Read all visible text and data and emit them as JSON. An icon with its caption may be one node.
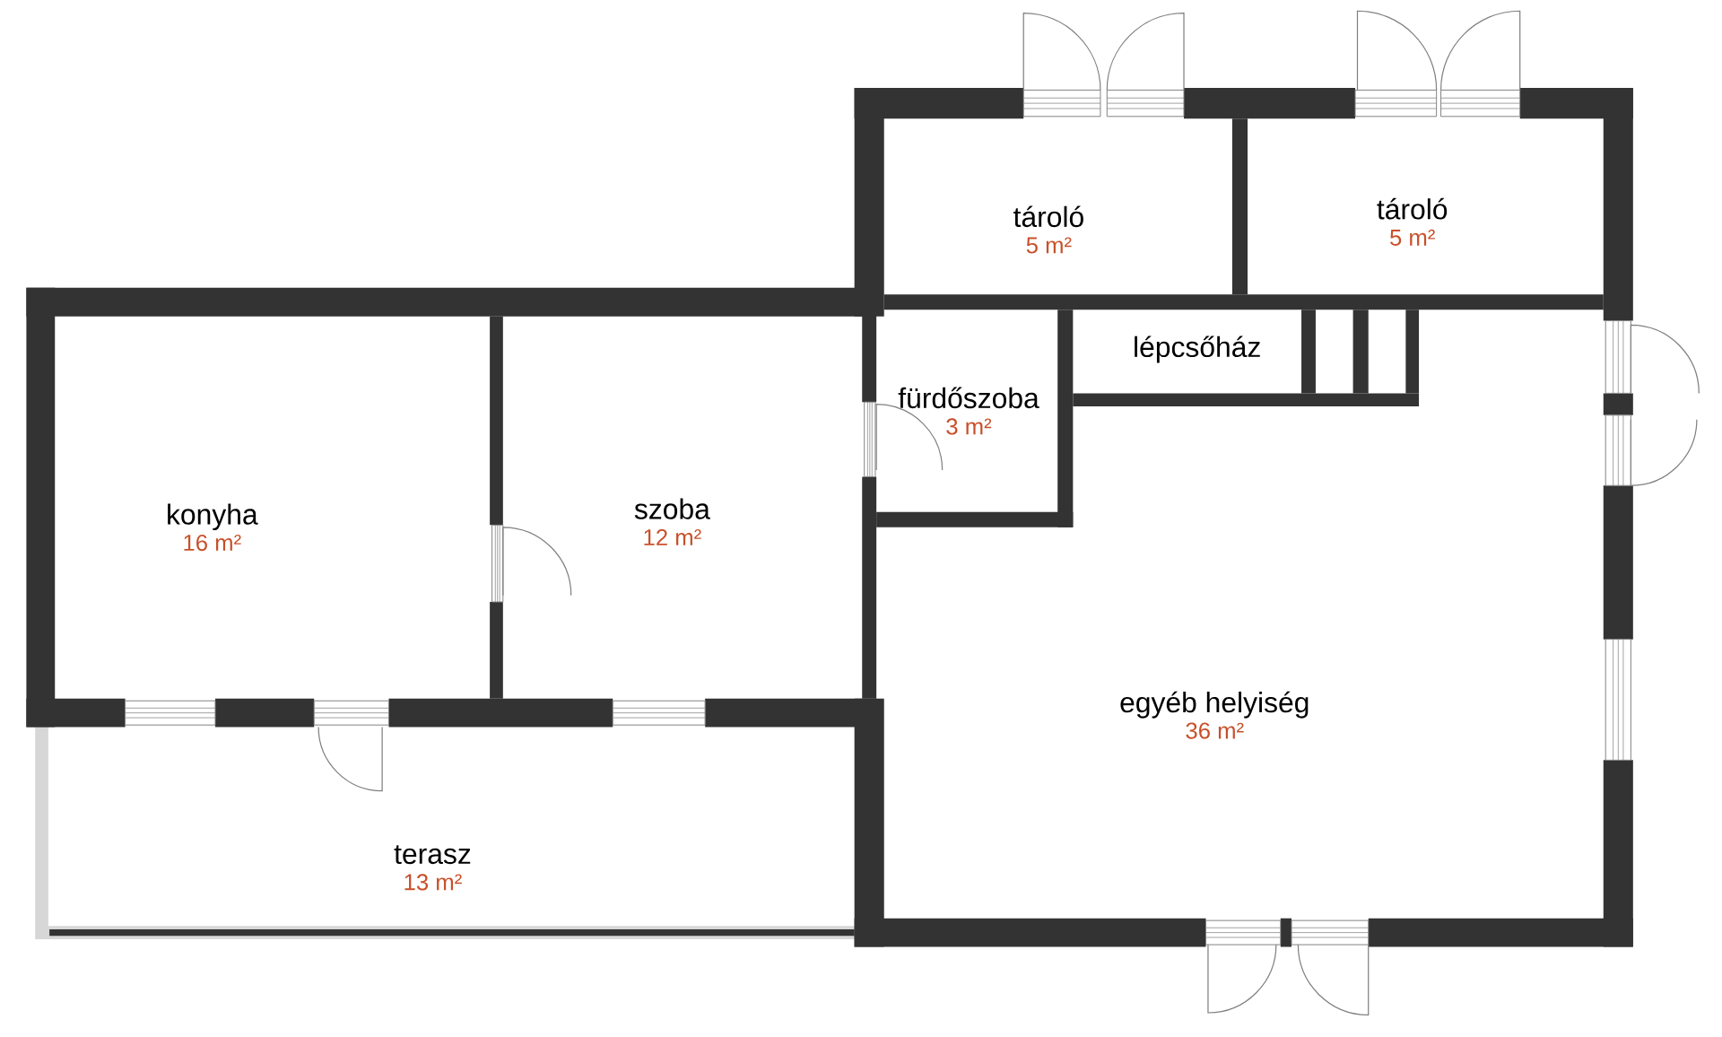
{
  "diagram": {
    "nodes": [
      {
        "text": [
          "tároló",
          "5 m²"
        ]
      },
      {
        "text": [
          "tároló",
          "5 m²"
        ]
      },
      {
        "text": [
          "fürdőszoba",
          "3 m²"
        ]
      },
      {
        "text": [
          "lépcsőház"
        ]
      },
      {
        "text": [
          "konyha",
          "16 m²"
        ]
      },
      {
        "text": [
          "szoba",
          "12 m²"
        ]
      },
      {
        "text": [
          "egyéb helyiség",
          "36 m²"
        ]
      },
      {
        "text": [
          "terasz",
          "13 m²"
        ]
      }
    ]
  }
}
